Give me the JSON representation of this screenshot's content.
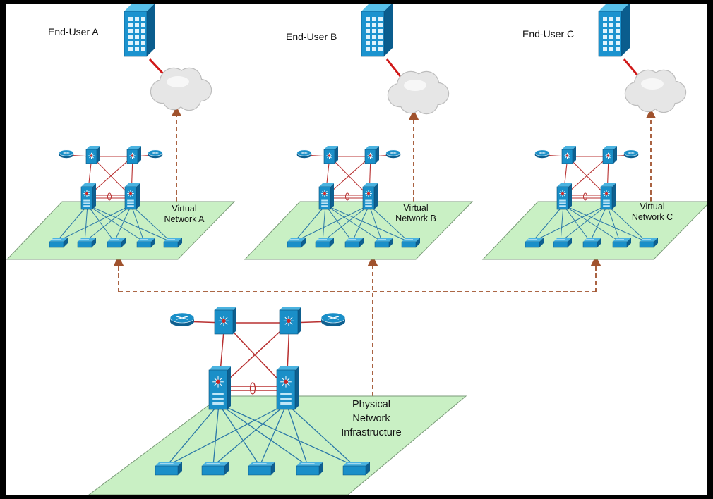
{
  "users": [
    {
      "label": "End-User A"
    },
    {
      "label": "End-User B"
    },
    {
      "label": "End-User C"
    }
  ],
  "virtual_networks": [
    {
      "line1": "Virtual",
      "line2": "Network A"
    },
    {
      "line1": "Virtual",
      "line2": "Network B"
    },
    {
      "line1": "Virtual",
      "line2": "Network C"
    }
  ],
  "physical": {
    "line1": "Physical",
    "line2": "Network",
    "line3": "Infrastructure"
  },
  "colors": {
    "plane_fill": "#c9f0c4",
    "plane_stroke": "#7a9a78",
    "device_blue": "#1a8fc8",
    "device_dark": "#0e5f8f",
    "link_red": "#b83030",
    "link_blue": "#2a78a8",
    "arrow_brown": "#a0522d",
    "cloud": "#e6e6e6"
  }
}
